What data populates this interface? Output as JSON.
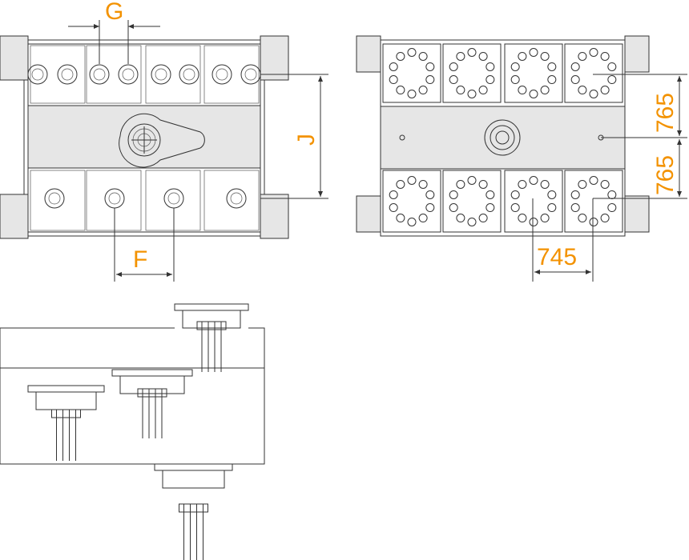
{
  "labels": {
    "g": "G",
    "j": "J",
    "f": "F",
    "dim_top": "765",
    "dim_bottom": "765",
    "dim_width": "745"
  },
  "colors": {
    "accent": "#f39200",
    "line": "#333333",
    "fill": "#e6e6e6"
  }
}
